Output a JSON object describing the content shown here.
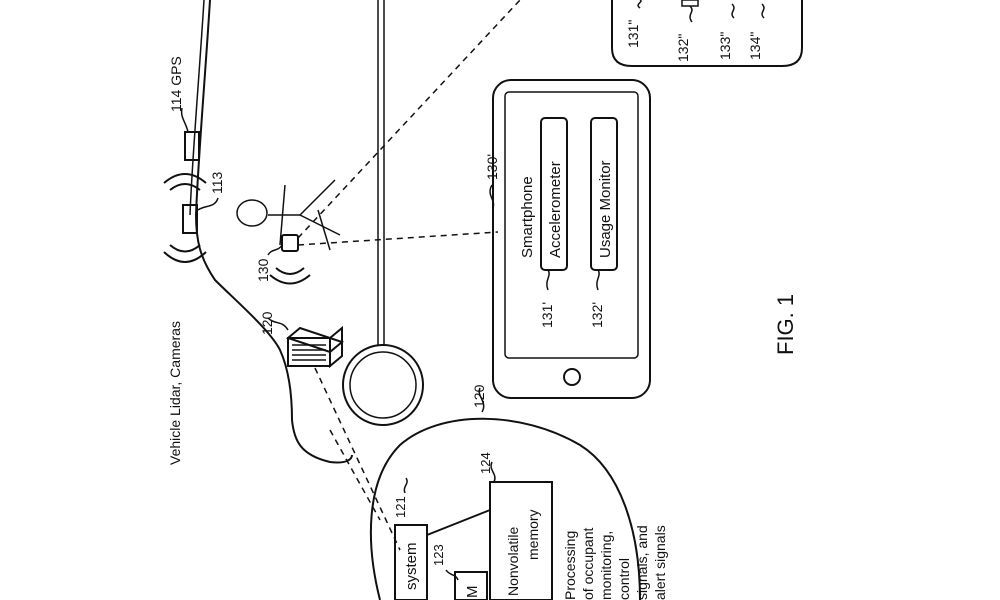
{
  "labels": {
    "gps": "114 GPS",
    "lidar": "Vehicle Lidar, Cameras",
    "ref_113": "113",
    "ref_130": "130",
    "ref_120": "120",
    "ref_120b": "120",
    "ref_130p": "130'",
    "ref_131p": "131'",
    "ref_132p": "132'",
    "ref_131pp": "131\"",
    "ref_132pp": "132\"",
    "ref_133pp": "133\"",
    "ref_134pp": "134\"",
    "ref_121": "121",
    "ref_123": "123",
    "ref_124": "124",
    "fig": "FIG. 1"
  },
  "smartphone": {
    "title": "Smartphone",
    "accelerometer": "Accelerometer",
    "usage_monitor": "Usage Monitor"
  },
  "processing": {
    "system": "system",
    "m": "M",
    "nonvolatile_1": "Nonvolatile",
    "nonvolatile_2": "memory",
    "desc_1": "Processing",
    "desc_2": "of occupant",
    "desc_3": "monitoring,",
    "desc_4": "control",
    "desc_5": "signals, and",
    "desc_6": "alert signals"
  }
}
